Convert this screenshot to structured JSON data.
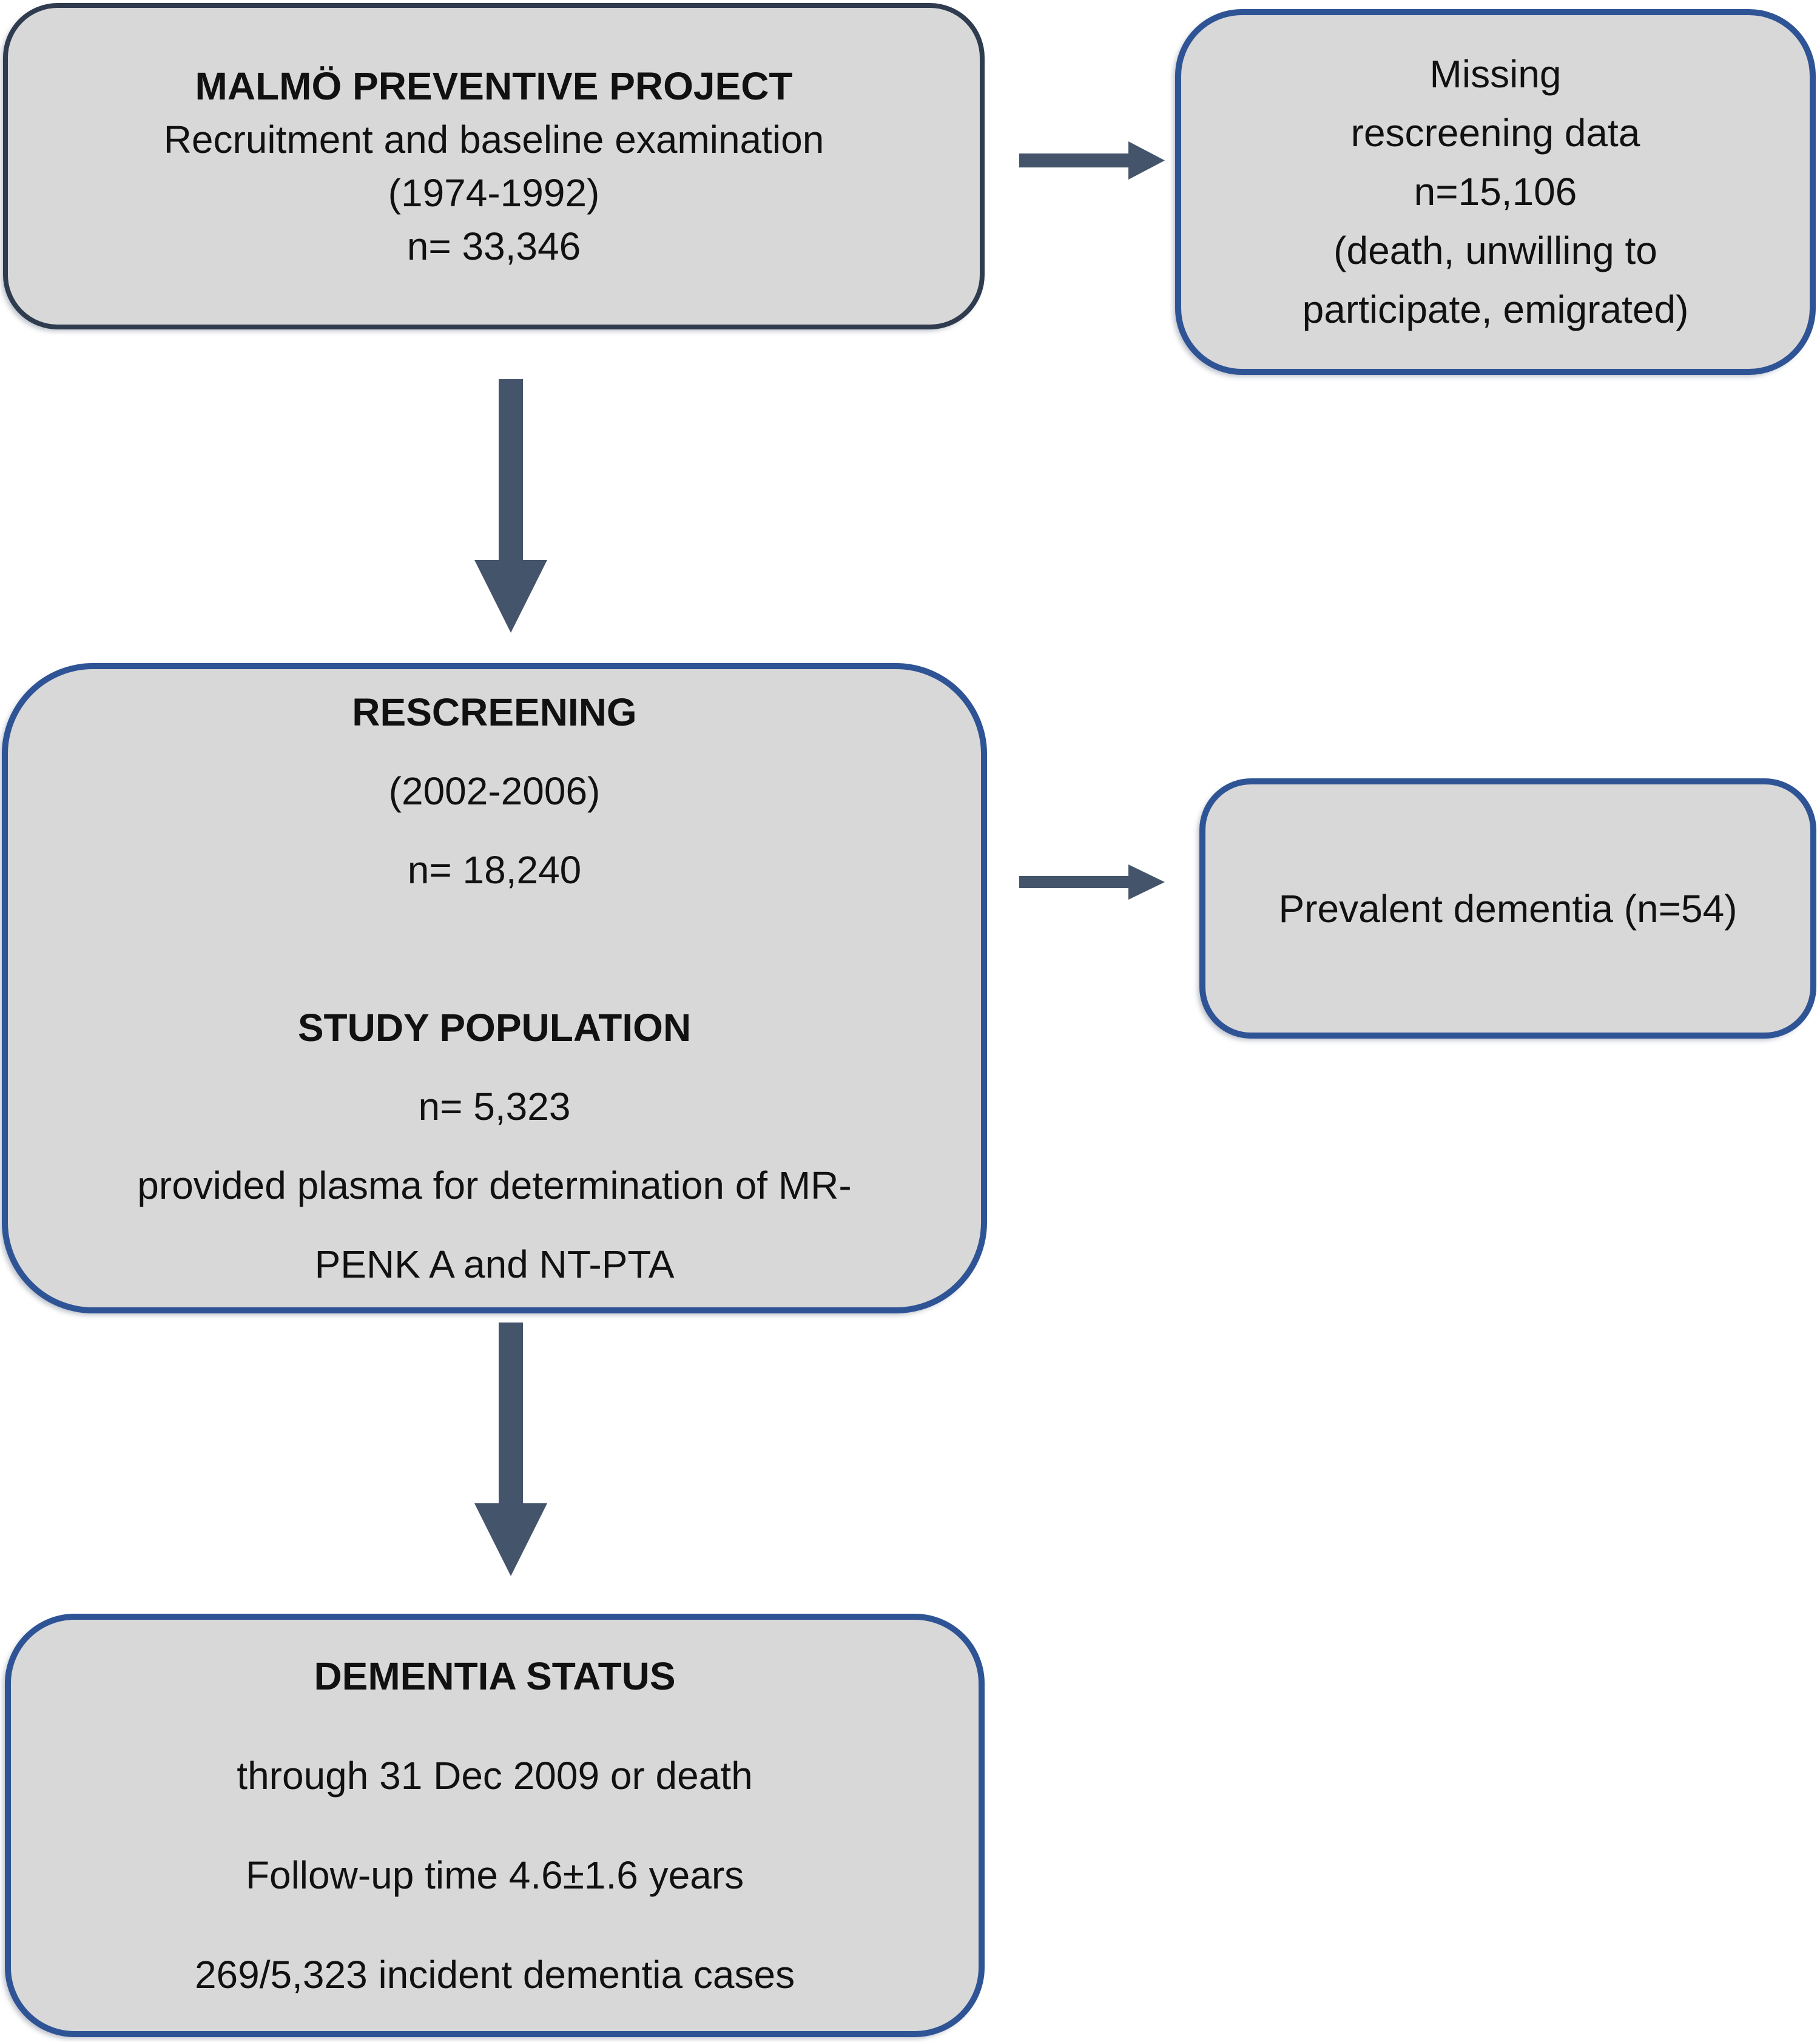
{
  "figure": {
    "type": "study-flowchart",
    "colors": {
      "box_fill": "#d8d8d8",
      "mpp_border": "#2f3b4e",
      "blue_border": "#2f5496",
      "arrow": "#44546a",
      "text": "#111111",
      "page_bg": "#ffffff"
    },
    "boxes": {
      "mpp": {
        "title": "MALMÖ PREVENTIVE PROJECT",
        "lines": [
          "Recruitment and baseline examination",
          "(1974-1992)",
          "n= 33,346"
        ]
      },
      "missing": {
        "lines": [
          "Missing",
          "rescreening data",
          "n=15,106",
          "(death, unwilling to",
          "participate, emigrated)"
        ]
      },
      "rescreening": {
        "title": "RESCREENING",
        "lines": [
          "(2002-2006)",
          "n= 18,240"
        ],
        "subtitle": "STUDY POPULATION",
        "sublines": [
          "n= 5,323",
          "provided plasma for determination of MR-",
          "PENK A and NT-PTA"
        ]
      },
      "prevalent": {
        "text": "Prevalent dementia (n=54)"
      },
      "dementia": {
        "title": "DEMENTIA STATUS",
        "lines": [
          "through 31 Dec 2009 or death",
          "Follow-up time 4.6±1.6 years",
          "269/5,323 incident dementia cases"
        ]
      }
    }
  }
}
